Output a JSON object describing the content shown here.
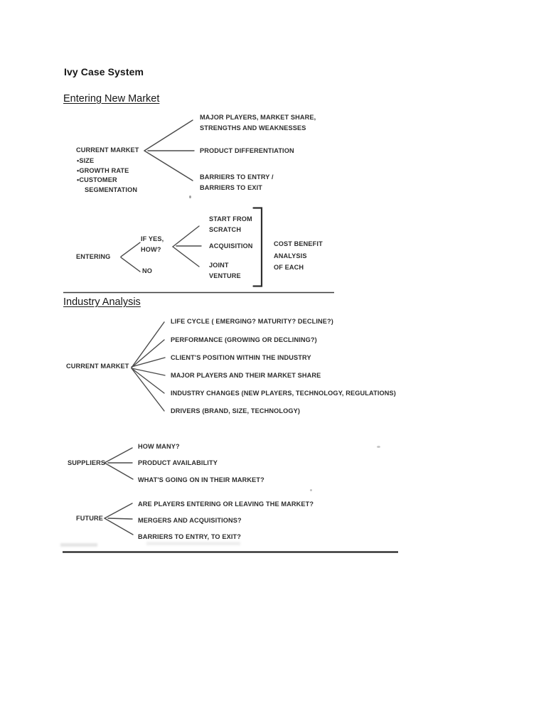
{
  "doc": {
    "title": "Ivy Case System"
  },
  "sections": {
    "entering": {
      "heading": "Entering New Market",
      "market_tree": {
        "root": "CURRENT MARKET",
        "attributes": [
          "SIZE",
          "GROWTH RATE",
          "CUSTOMER SEGMENTATION"
        ],
        "branches": [
          "MAJOR PLAYERS, MARKET SHARE,\nSTRENGTHS AND WEAKNESSES",
          "PRODUCT DIFFERENTIATION",
          "BARRIERS TO ENTRY /\nBARRIERS TO EXIT"
        ]
      },
      "decision_tree": {
        "root": "ENTERING",
        "yes_branch": "IF YES,\nHOW?",
        "no_branch": "NO",
        "options": [
          "START FROM\nSCRATCH",
          "ACQUISITION",
          "JOINT\nVENTURE"
        ],
        "bracket_note": "COST BENEFIT\nANALYSIS\nOF EACH"
      }
    },
    "industry": {
      "heading": "Industry Analysis",
      "current_market_tree": {
        "root": "CURRENT MARKET",
        "branches": [
          "LIFE CYCLE ( EMERGING? MATURITY? DECLINE?)",
          "PERFORMANCE (GROWING OR DECLINING?)",
          "CLIENT'S POSITION WITHIN THE INDUSTRY",
          "MAJOR PLAYERS AND THEIR MARKET SHARE",
          "INDUSTRY CHANGES (NEW PLAYERS, TECHNOLOGY, REGULATIONS)",
          "DRIVERS (BRAND, SIZE, TECHNOLOGY)"
        ]
      },
      "suppliers_tree": {
        "root": "SUPPLIERS",
        "branches": [
          "HOW MANY?",
          "PRODUCT AVAILABILITY",
          "WHAT'S GOING ON IN THEIR MARKET?"
        ]
      },
      "future_tree": {
        "root": "FUTURE",
        "branches": [
          "ARE PLAYERS ENTERING OR LEAVING THE MARKET?",
          "MERGERS AND ACQUISITIONS?",
          "BARRIERS TO ENTRY, TO EXIT?"
        ]
      }
    }
  },
  "colors": {
    "line": "#4a4a4a",
    "bracket": "#2f2f2f",
    "divider": "#333333",
    "text": "#2d2d2d"
  }
}
